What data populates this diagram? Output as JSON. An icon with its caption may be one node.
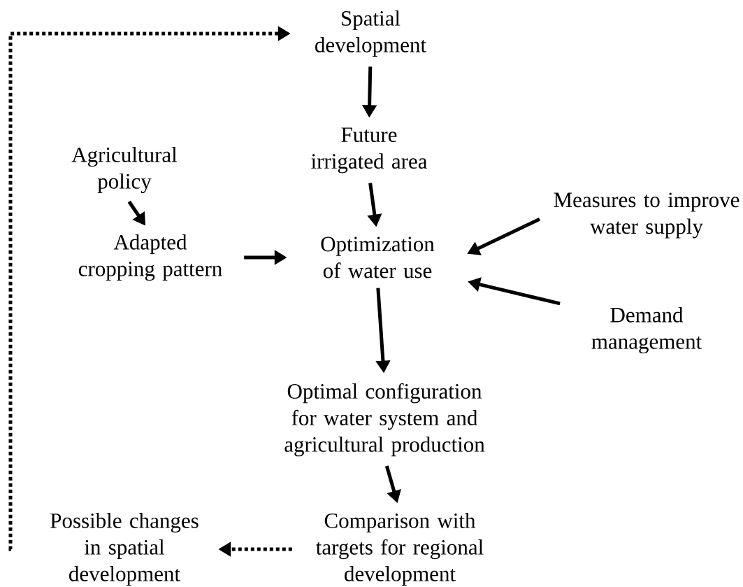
{
  "diagram": {
    "nodes": [
      {
        "text": [
          "Spatial development"
        ]
      },
      {
        "text": [
          "Future irrigated area"
        ]
      },
      {
        "text": [
          "Agricultural policy"
        ]
      },
      {
        "text": [
          "Adapted cropping pattern"
        ]
      },
      {
        "text": [
          "Optimization of water use"
        ]
      },
      {
        "text": [
          "Measures to improve water supply"
        ]
      },
      {
        "text": [
          "Demand management"
        ]
      },
      {
        "text": [
          "Optimal configuration for water system and agricultural production"
        ]
      },
      {
        "text": [
          "Comparison with targets for regional development"
        ]
      },
      {
        "text": [
          "Possible changes in spatial development"
        ]
      }
    ],
    "edges": [
      {
        "from": 0,
        "to": 1,
        "arrow": "to"
      },
      {
        "from": 1,
        "to": 4,
        "arrow": "to"
      },
      {
        "from": 2,
        "to": 3,
        "arrow": "to"
      },
      {
        "from": 3,
        "to": 4,
        "arrow": "to"
      },
      {
        "from": 5,
        "to": 4,
        "arrow": "to"
      },
      {
        "from": 6,
        "to": 4,
        "arrow": "to"
      },
      {
        "from": 4,
        "to": 7,
        "arrow": "to"
      },
      {
        "from": 7,
        "to": 8,
        "arrow": "to"
      },
      {
        "from": 8,
        "to": 9,
        "arrow": "to",
        "style": "dashed"
      },
      {
        "from": 9,
        "to": 0,
        "arrow": "to",
        "style": "dashed"
      }
    ]
  }
}
